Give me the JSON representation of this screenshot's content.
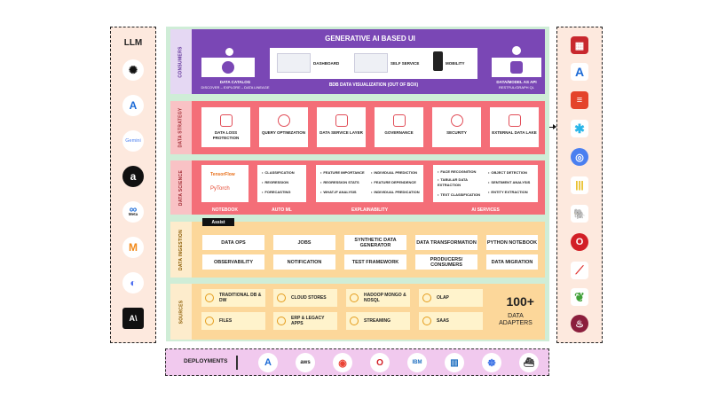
{
  "llm": {
    "title": "LLM",
    "items": [
      {
        "icon": "openai-icon",
        "glyph": "✺",
        "color": "#111111",
        "label": ""
      },
      {
        "icon": "azure-icon",
        "glyph": "A",
        "color": "#1b6ad6",
        "label": ""
      },
      {
        "icon": "gemini-icon",
        "glyph": "",
        "color": "#4a7ff0",
        "label": "Gemini"
      },
      {
        "icon": "amazon-icon",
        "glyph": "a",
        "color": "#111111",
        "label": ""
      },
      {
        "icon": "meta-icon",
        "glyph": "∞",
        "color": "#1b6ad6",
        "label": "Meta"
      },
      {
        "icon": "mistral-icon",
        "glyph": "M",
        "color": "#f28a1b",
        "label": ""
      },
      {
        "icon": "deepseek-icon",
        "glyph": "◐",
        "color": "#4a6cf0",
        "label": ""
      },
      {
        "icon": "anthropic-icon",
        "glyph": "A\\",
        "color": "#111111",
        "label": ""
      }
    ]
  },
  "consumers": {
    "band_label": "CONSUMERS",
    "title": "GENERATIVE AI BASED UI",
    "data_catalog": "DATA CATALOG",
    "data_catalog_sub": "DISCOVER – EXPLORE – DATA LINEAGE",
    "dashboard": "DASHBOARD",
    "self_service": "SELF SERVICE",
    "mobility": "MOBILITY",
    "bdb_viz": "BDB DATA VISUALIZATION (OUT OF BOX)",
    "api": "DATA/MODEL AS API",
    "api_sub": "RESTFUL/GRAPH QL"
  },
  "strategy": {
    "band_label": "DATA STRATEGY",
    "cards": [
      "DATA LOSS PROTECTION",
      "QUERY OPTIMIZATION",
      "DATA SERVICE LAYER",
      "GOVERNANCE",
      "SECURITY",
      "EXTERNAL DATA LAKE"
    ]
  },
  "science": {
    "band_label": "DATA SCIENCE",
    "notebook_logos": [
      "TensorFlow",
      "PyTorch"
    ],
    "notebook": "NOTEBOOK",
    "automl": "AUTO ML",
    "automl_items": [
      "CLASSIFICATION",
      "REGRESSION",
      "FORECASTING"
    ],
    "explainability": "EXPLAINABILITY",
    "expl_left": [
      "FEATURE IMPORTANCE",
      "REGRESSION STATS",
      "WHAT-IF ANALYSIS"
    ],
    "expl_right": [
      "INDIVIDUAL PREDICTION",
      "FEATURE DEPENDENCE",
      "INDIVIDUAL PREDICATION"
    ],
    "ai_services": "AI SERVICES",
    "ai_left": [
      "FACE RECOGNITION",
      "TABULAR DATA EXTRACTION",
      "TEXT CLASSIFICATION"
    ],
    "ai_right": [
      "OBJECT DETECTION",
      "SENTIMENT ANALYSIS",
      "ENTITY EXTRACTION"
    ]
  },
  "ingestion": {
    "band_label": "DATA INGESTION",
    "assist": "Assist",
    "row1": [
      "DATA OPS",
      "JOBS",
      "SYNTHETIC DATA GENERATOR",
      "DATA TRANSFORMATION",
      "PYTHON NOTEBOOK"
    ],
    "row2": [
      "OBSERVABILITY",
      "NOTIFICATION",
      "TEST FRAMEWORK",
      "PRODUCERS/ CONSUMERS",
      "DATA MIGRATION"
    ]
  },
  "sources": {
    "band_label": "SOURCES",
    "items": [
      "TRADITIONAL DB & DW",
      "CLOUD STORES",
      "HADOOP MONGO & NOSQL",
      "OLAP",
      "FILES",
      "ERP & LEGACY APPS",
      "STREAMING",
      "SAAS"
    ],
    "adapters_count": "100+",
    "adapters_label": "DATA ADAPTERS"
  },
  "databases": [
    {
      "icon": "sql-server-icon",
      "glyph": "▦",
      "color": "#c8282e"
    },
    {
      "icon": "azure-db-icon",
      "glyph": "A",
      "color": "#1b6ad6"
    },
    {
      "icon": "databricks-icon",
      "glyph": "≡",
      "color": "#e4432a"
    },
    {
      "icon": "snowflake-icon",
      "glyph": "✱",
      "color": "#29b5e8"
    },
    {
      "icon": "bigquery-icon",
      "glyph": "◎",
      "color": "#4a7ff0"
    },
    {
      "icon": "clickhouse-icon",
      "glyph": "|||",
      "color": "#f5c518"
    },
    {
      "icon": "postgres-icon",
      "glyph": "🐘",
      "color": "#336791"
    },
    {
      "icon": "oracle-icon",
      "glyph": "O",
      "color": "#d21f26"
    },
    {
      "icon": "powerbi-icon",
      "glyph": "⟋",
      "color": "#e0322f"
    },
    {
      "icon": "mongodb-icon",
      "glyph": "❦",
      "color": "#3fa037"
    },
    {
      "icon": "hive-icon",
      "glyph": "♨",
      "color": "#8b1f3d"
    }
  ],
  "deployments": {
    "title": "DEPLOYMENTS",
    "items": [
      {
        "icon": "azure-deploy-icon",
        "glyph": "A",
        "color": "#1b6ad6"
      },
      {
        "icon": "aws-icon",
        "glyph": "aws",
        "color": "#222222"
      },
      {
        "icon": "gcp-icon",
        "glyph": "◉",
        "color": "#ea4335"
      },
      {
        "icon": "oracle-cloud-icon",
        "glyph": "O",
        "color": "#d21f26"
      },
      {
        "icon": "ibm-icon",
        "glyph": "IBM",
        "color": "#1f70c1"
      },
      {
        "icon": "on-premise-icon",
        "glyph": "▥",
        "color": "#1f70c1"
      },
      {
        "icon": "kubernetes-icon",
        "glyph": "☸",
        "color": "#326ce5"
      },
      {
        "icon": "docker-icon",
        "glyph": "⛴",
        "color": "#333333"
      }
    ]
  }
}
